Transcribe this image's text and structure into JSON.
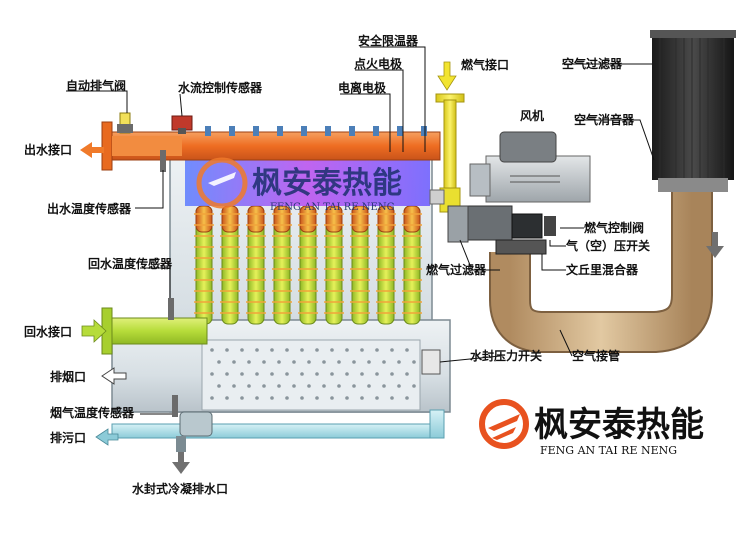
{
  "labels": {
    "safety_temp_limiter": "安全限温器",
    "ignition_electrode": "点火电极",
    "ionization_electrode": "电离电极",
    "gas_inlet": "燃气接口",
    "auto_vent_valve": "自动排气阀",
    "water_flow_sensor": "水流控制传感器",
    "outlet": "出水接口",
    "outlet_temp_sensor": "出水温度传感器",
    "fan": "风机",
    "air_filter": "空气过滤器",
    "air_silencer": "空气消音器",
    "gas_control_valve": "燃气控制阀",
    "air_pressure_switch": "气（空）压开关",
    "gas_filter": "燃气过滤器",
    "venturi_mixer": "文丘里混合器",
    "return_temp_sensor": "回水温度传感器",
    "return_inlet": "回水接口",
    "flue_outlet": "排烟口",
    "seal_pressure_switch": "水封压力开关",
    "air_pipe": "空气接管",
    "flue_temp_sensor": "烟气温度传感器",
    "drain_outlet": "排污口",
    "condensate_drain": "水封式冷凝排水口"
  },
  "watermark": {
    "cn": "枫安泰热能",
    "en": "FENG AN TAI RE NENG"
  },
  "logo": {
    "cn": "枫安泰热能",
    "en": "FENG AN TAI RE NENG",
    "color": "#e8521f"
  },
  "colors": {
    "hot_water": "#f07a2a",
    "return_water": "#b6dc3a",
    "gas": "#f2e430",
    "air": "#caa77a",
    "drain": "#aee0ea",
    "body": "#dfe6ea"
  }
}
